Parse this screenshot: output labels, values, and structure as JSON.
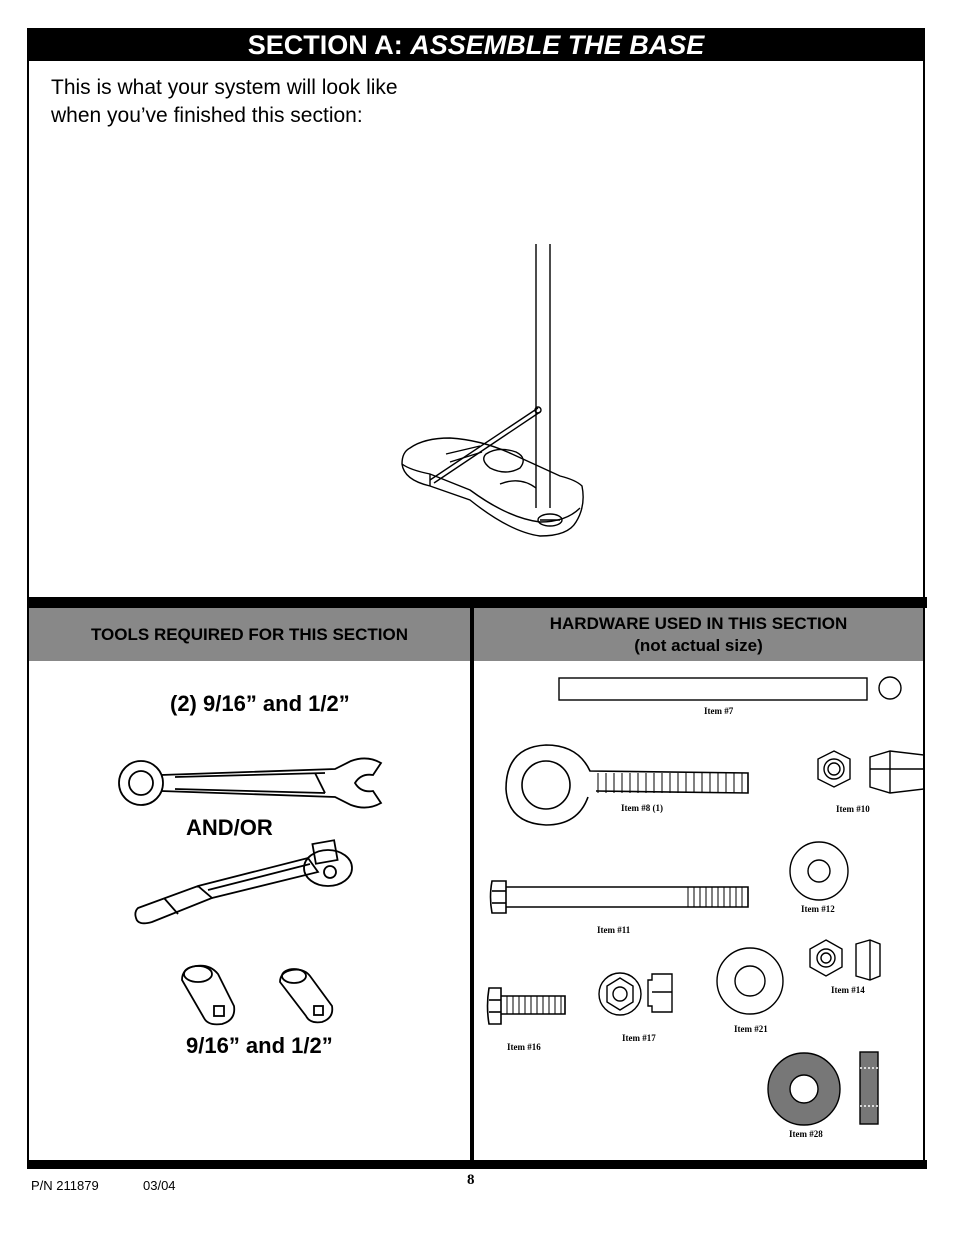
{
  "section": {
    "title_prefix": "SECTION A: ",
    "title_emph": "ASSEMBLE THE BASE",
    "intro_line1": "This is what your system will look like",
    "intro_line2": "when you’ve finished this section:"
  },
  "tools": {
    "header": "TOOLS REQUIRED FOR THIS SECTION",
    "wrench_label": "(2) 9/16” and 1/2”",
    "andor_label": "AND/OR",
    "socket_label": "9/16” and 1/2”"
  },
  "hardware": {
    "header_line1": "HARDWARE USED IN THIS SECTION",
    "header_line2": "(not actual size)",
    "items": {
      "i7": "Item #7",
      "i8": "Item #8 (1)",
      "i10": "Item #10",
      "i11": "Item #11",
      "i12": "Item #12",
      "i14": "Item #14",
      "i16": "Item #16",
      "i17": "Item #17",
      "i21": "Item #21",
      "i28": "Item #28"
    }
  },
  "footer": {
    "part_number": "P/N 211879",
    "date": "03/04",
    "page": "8"
  }
}
